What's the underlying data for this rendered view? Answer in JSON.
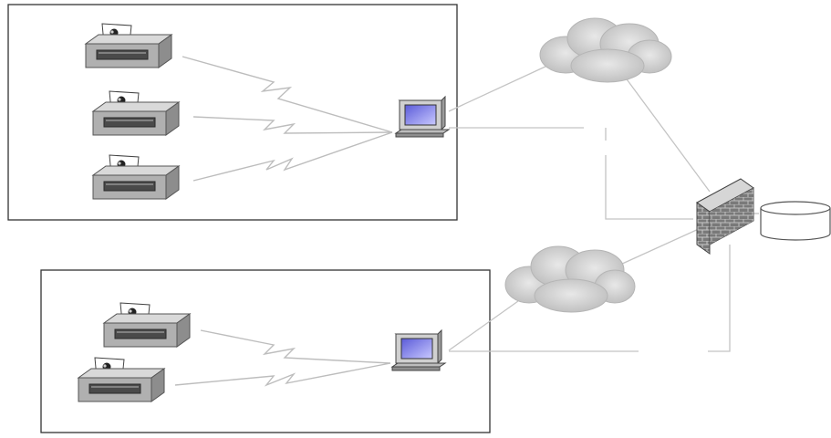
{
  "diagram": {
    "sites": [
      {
        "name": "site-top",
        "printers": 3
      },
      {
        "name": "site-bottom",
        "printers": 2
      }
    ],
    "nodes": [
      "printer",
      "workstation",
      "cloud",
      "firewall",
      "database"
    ],
    "colors": {
      "line": "#c4c4c4",
      "box_border": "#333333",
      "printer_top": "#d8d8d8",
      "printer_front": "#a9a9a9",
      "printer_side": "#8c8c8c",
      "screen": "#7d7df0",
      "brick": "#8a8a8a",
      "cloud": "#d4d4d4"
    }
  }
}
